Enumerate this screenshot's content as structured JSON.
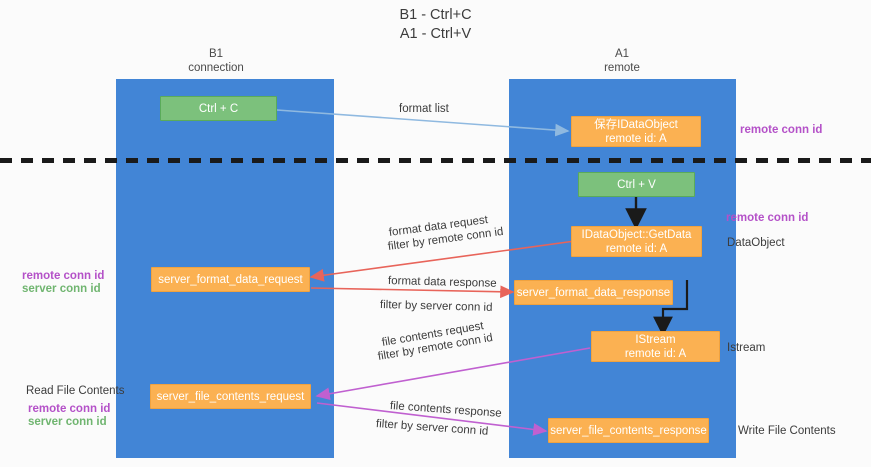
{
  "title": {
    "line1": "B1 - Ctrl+C",
    "line2": "A1 - Ctrl+V"
  },
  "columns": [
    {
      "name": "B1",
      "sub": "connection"
    },
    {
      "name": "A1",
      "sub": "remote"
    }
  ],
  "colors": {
    "lane": "#4285d6",
    "green_box": "#7cc17c",
    "orange_box": "#fbb152",
    "purple_text": "#b451c8",
    "green_text": "#70b570",
    "dark_text": "#3c3c3c",
    "arrow_blue": "#a8c8e8",
    "arrow_red": "#e8645a",
    "arrow_magenta": "#c060d0",
    "arrow_black": "#1a1a1a",
    "divider": "#1a1a1a",
    "background": "#fbfbfb"
  },
  "boxes": {
    "ctrl_c": {
      "label": "Ctrl + C"
    },
    "ctrl_v": {
      "label": "Ctrl + V"
    },
    "idataobject": {
      "line1": "保存IDataObject",
      "line2": "remote id: A"
    },
    "getdata": {
      "line1": "IDataObject::GetData",
      "line2": "remote id: A"
    },
    "istream": {
      "line1": "IStream",
      "line2": "remote id: A"
    },
    "server_format_data_request": {
      "label": "server_format_data_request"
    },
    "server_format_data_response": {
      "label": "server_format_data_response"
    },
    "server_file_contents_request": {
      "label": "server_file_contents_request"
    },
    "server_file_contents_response": {
      "label": "server_file_contents_response"
    }
  },
  "arrow_labels": {
    "format_list": "format list",
    "format_data_request": "format data request",
    "format_data_request_filter_prefix": "filter by ",
    "format_data_request_filter_value": "remote conn id",
    "format_data_response": "format data response",
    "format_data_response_filter_prefix": "filter by ",
    "format_data_response_filter_value": "server conn id",
    "file_contents_request": "file contents request",
    "file_contents_request_filter_prefix": "filter by ",
    "file_contents_request_filter_value": "remote conn id",
    "file_contents_response": "file contents response",
    "file_contents_response_filter_prefix": "filter by ",
    "file_contents_response_filter_value": "server conn id"
  },
  "side_labels": {
    "right_remote_conn_id_top": "remote conn id",
    "right_remote_conn_id_mid": "remote conn id",
    "dataobject": "DataObject",
    "istream": "Istream",
    "write_file_contents": "Write File Contents",
    "left_remote_conn_id_mid": "remote conn id",
    "left_server_conn_id_mid": "server conn id",
    "read_file_contents": "Read File Contents",
    "left_remote_conn_id_bottom": "remote conn id",
    "left_server_conn_id_bottom": "server conn id"
  }
}
